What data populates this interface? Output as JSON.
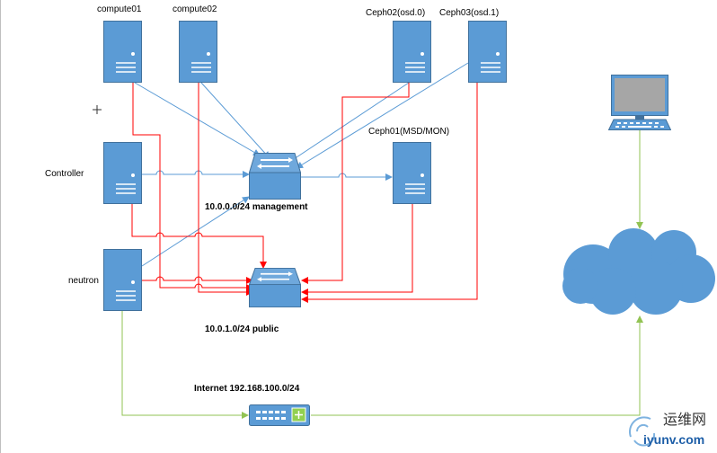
{
  "diagram": {
    "nodes": {
      "compute01": "compute01",
      "compute02": "compute02",
      "ceph02": "Ceph02(osd.0)",
      "ceph03": "Ceph03(osd.1)",
      "controller": "Controller",
      "ceph01": "Ceph01(MSD/MON)",
      "neutron": "neutron"
    },
    "networks": {
      "management": "10.0.0.0/24 management",
      "public": "10.0.1.0/24 public",
      "internet": "Internet 192.168.100.0/24"
    },
    "icons": [
      "server-icon",
      "switch-icon",
      "router-icon",
      "computer-icon",
      "cloud-icon",
      "crosshair-icon"
    ]
  },
  "colors": {
    "server": "#5b9bd5",
    "management_link": "#5b9bd5",
    "public_link": "#ff0000",
    "internet_link": "#92c353"
  },
  "watermark": {
    "cn": "运维网",
    "en": "iyunv.com"
  }
}
